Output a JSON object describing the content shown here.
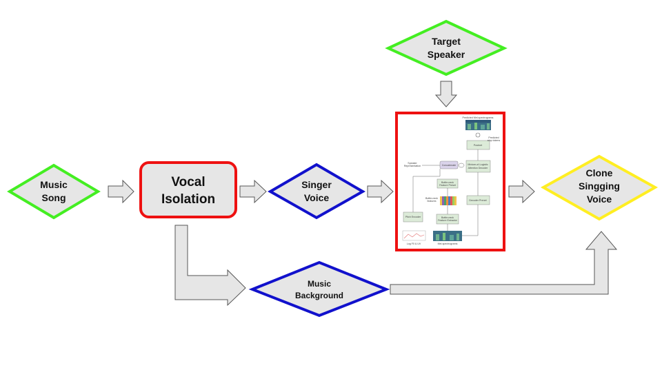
{
  "nodes": {
    "music_song": [
      "Music",
      "Song"
    ],
    "vocal_isolation": [
      "Vocal",
      "Isolation"
    ],
    "singer_voice": [
      "Singer",
      "Voice"
    ],
    "target_speaker": [
      "Target",
      "Speaker"
    ],
    "clone_voice": [
      "Clone",
      "Singging",
      "Voice"
    ],
    "music_background": [
      "Music",
      "Background"
    ]
  },
  "model_figure": {
    "predicted_mel": "Predicted Mel-spectrograms",
    "postnet": "Postnet",
    "predicted_stop": [
      "Predicted",
      "stop tokens"
    ],
    "speaker_rep": [
      "Speaker",
      "Representation"
    ],
    "concatenate": "Concatenate",
    "decoder": [
      "Mixture-of-Logistic",
      "Attention Decoder"
    ],
    "bottleneck_preset": [
      "Bottle-neck",
      "Feature Preset"
    ],
    "bottleneck_features": [
      "Bottle-neck",
      "features"
    ],
    "decoder_prenet": "Decoder Prenet",
    "pitch_encoder": "Pitch Encoder",
    "bottleneck_extractor": [
      "Bottle-neck",
      "Feature Extractor"
    ],
    "logf0_label": "Log F0 & UV",
    "mel_label": "Mel-spectrograms"
  },
  "colors": {
    "input_border": "#44ee22",
    "process_border": "#ee1111",
    "intermediate_border": "#1111cc",
    "output_border": "#ffee22",
    "shape_fill": "#e6e6e6",
    "arrow_fill": "#e6e6e6",
    "arrow_stroke": "#555555"
  }
}
